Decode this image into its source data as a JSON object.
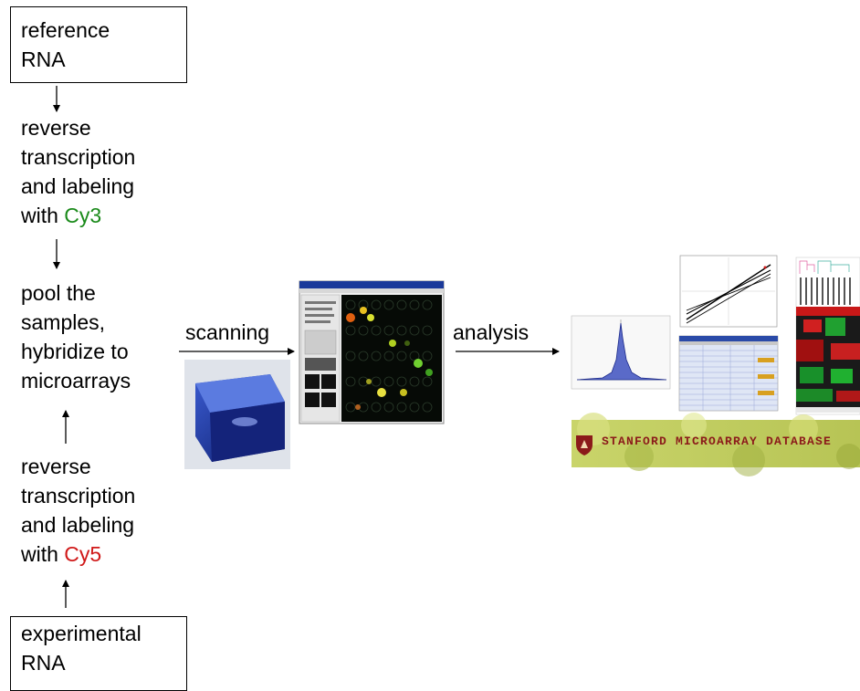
{
  "left_column": {
    "reference_box": {
      "line1": "reference",
      "line2": "RNA"
    },
    "step_cy3": {
      "line1": "reverse",
      "line2": "transcription",
      "line3": "and labeling",
      "prefix": "with ",
      "dye": "Cy3"
    },
    "pool_step": {
      "line1": "pool the",
      "line2": "samples,",
      "line3": "hybridize to",
      "line4": "microarrays"
    },
    "step_cy5": {
      "line1": "reverse",
      "line2": "transcription",
      "line3": "and labeling",
      "prefix": "with ",
      "dye": "Cy5"
    },
    "experimental_box": {
      "line1": "experimental",
      "line2": "RNA"
    }
  },
  "flow": {
    "scanning_label": "scanning",
    "analysis_label": "analysis"
  },
  "database_banner": {
    "text": "STANFORD MICROARRAY DATABASE"
  },
  "colors": {
    "cy3": "#1a8a1a",
    "cy5": "#d01818"
  }
}
